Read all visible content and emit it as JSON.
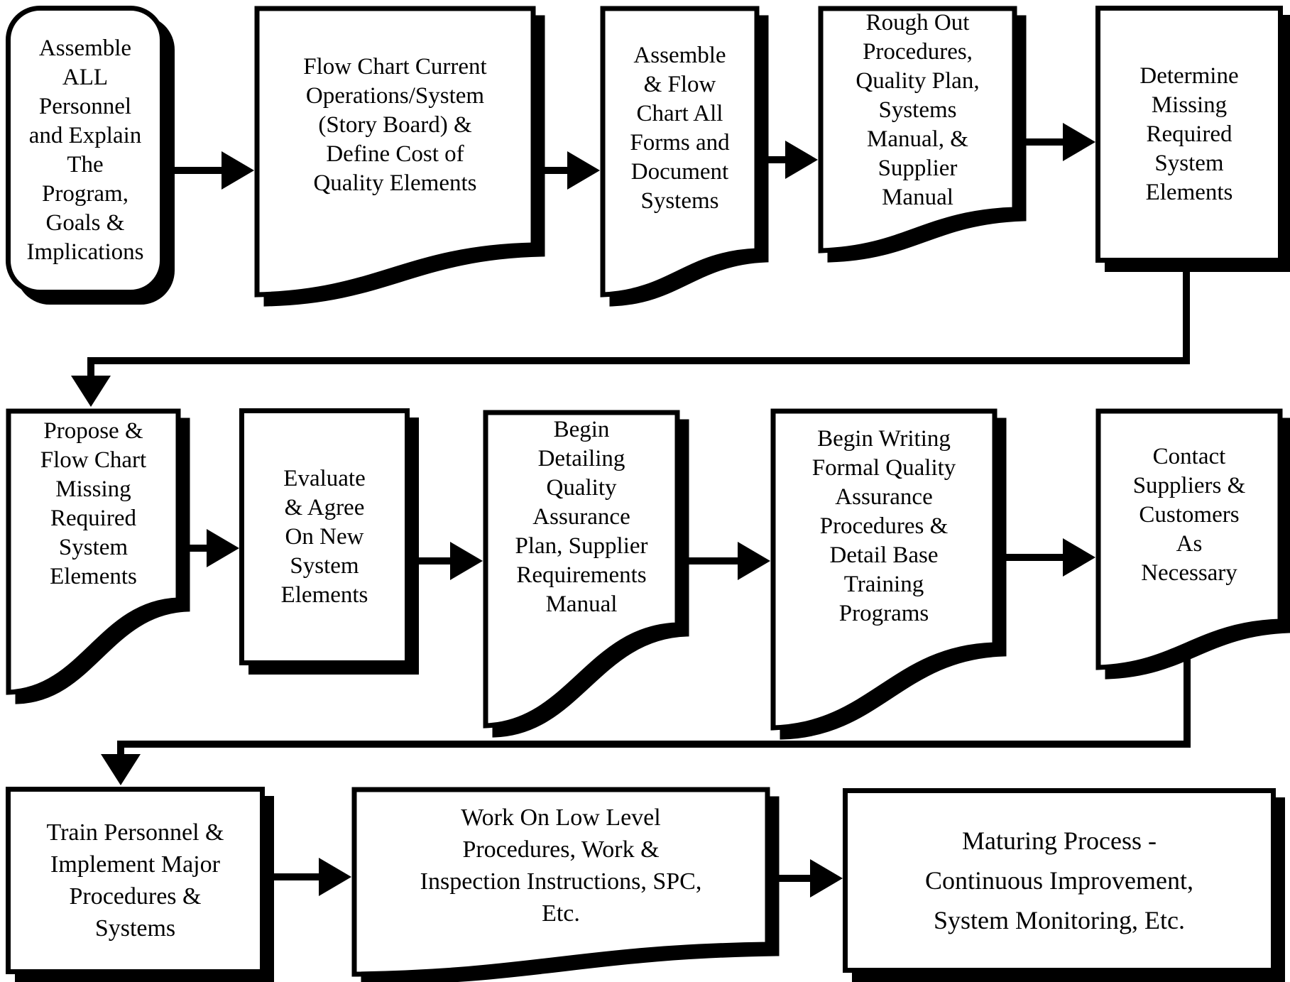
{
  "diagram": {
    "colors": {
      "ink": "#000000",
      "paper": "#ffffff"
    },
    "boxes": {
      "b1": {
        "shape": "rounded-rectangle",
        "label": "Assemble\nALL\nPersonnel\nand Explain\nThe\nProgram,\nGoals &\nImplications"
      },
      "b2": {
        "shape": "document",
        "label": "Flow Chart Current\nOperations/System\n(Story Board) &\nDefine Cost of\nQuality Elements"
      },
      "b3": {
        "shape": "document",
        "label": "Assemble\n& Flow\nChart All\nForms and\nDocument\nSystems"
      },
      "b4": {
        "shape": "document",
        "label": "Rough Out\nProcedures,\nQuality Plan,\nSystems\nManual, &\nSupplier\nManual"
      },
      "b5": {
        "shape": "rectangle",
        "label": "Determine\nMissing\nRequired\nSystem\nElements"
      },
      "c1": {
        "shape": "document",
        "label": "Propose &\nFlow Chart\nMissing\nRequired\nSystem\nElements"
      },
      "c2": {
        "shape": "rectangle",
        "label": "Evaluate\n& Agree\nOn New\nSystem\nElements"
      },
      "c3": {
        "shape": "document",
        "label": "Begin\nDetailing\nQuality\nAssurance\nPlan, Supplier\nRequirements\nManual"
      },
      "c4": {
        "shape": "document",
        "label": "Begin Writing\nFormal Quality\nAssurance\nProcedures &\nDetail Base\nTraining\nPrograms"
      },
      "c5": {
        "shape": "document",
        "label": "Contact\nSuppliers &\nCustomers\nAs\nNecessary"
      },
      "d1": {
        "shape": "rectangle",
        "label": "Train Personnel &\nImplement Major\nProcedures &\nSystems"
      },
      "d2": {
        "shape": "document",
        "label": "Work On Low Level\nProcedures, Work &\nInspection Instructions, SPC,\nEtc."
      },
      "d3": {
        "shape": "rectangle",
        "label": "Maturing Process -\nContinuous Improvement,\nSystem Monitoring, Etc."
      }
    }
  }
}
